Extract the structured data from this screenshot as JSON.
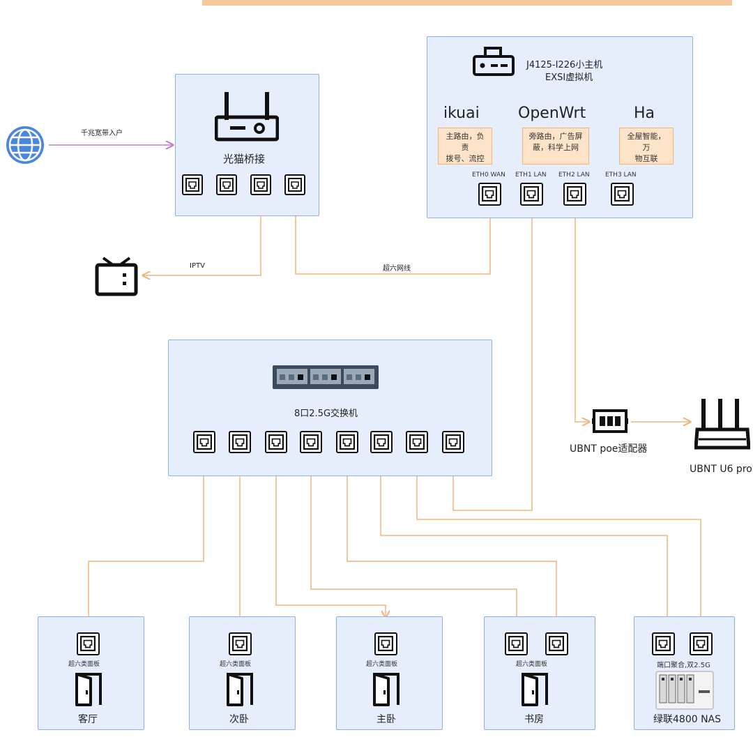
{
  "internet": {
    "link_label": "千兆宽带入户"
  },
  "modem": {
    "title": "光猫桥接"
  },
  "tv": {
    "link_label": "IPTV"
  },
  "host": {
    "title_line1": "J4125-I226小主机",
    "title_line2": "EXSI虚拟机",
    "vms": [
      {
        "name": "ikuai",
        "desc_line1": "主路由，负责",
        "desc_line2": "拨号、流控"
      },
      {
        "name": "OpenWrt",
        "desc_line1": "旁路由，广告屏",
        "desc_line2": "蔽，科学上网"
      },
      {
        "name": "Ha",
        "desc_line1": "全屋智能，万",
        "desc_line2": "物互联"
      }
    ],
    "ports": [
      "ETH0  WAN",
      "ETH1  LAN",
      "ETH2  LAN",
      "ETH3  LAN"
    ]
  },
  "cable_label": "超六网线",
  "switch": {
    "title": "8口2.5G交换机"
  },
  "poe": {
    "label": "UBNT poe适配器"
  },
  "ap": {
    "label": "UBNT U6 pro"
  },
  "rooms": [
    {
      "name": "客厅",
      "panel": "超六类面板"
    },
    {
      "name": "次卧",
      "panel": "超六类面板"
    },
    {
      "name": "主卧",
      "panel": "超六类面板"
    },
    {
      "name": "书房",
      "panel": "超六类面板"
    }
  ],
  "nas": {
    "port_label": "端口聚合,双2.5G",
    "name": "绿联4800 NAS"
  },
  "colors": {
    "box_fill": "#e6edfb",
    "box_border": "#8fb0e6",
    "wire": "#f0b57a",
    "internet_wire": "#c77dd8",
    "host_arrow": "#5d8fd6",
    "card": "#fde4c8"
  }
}
